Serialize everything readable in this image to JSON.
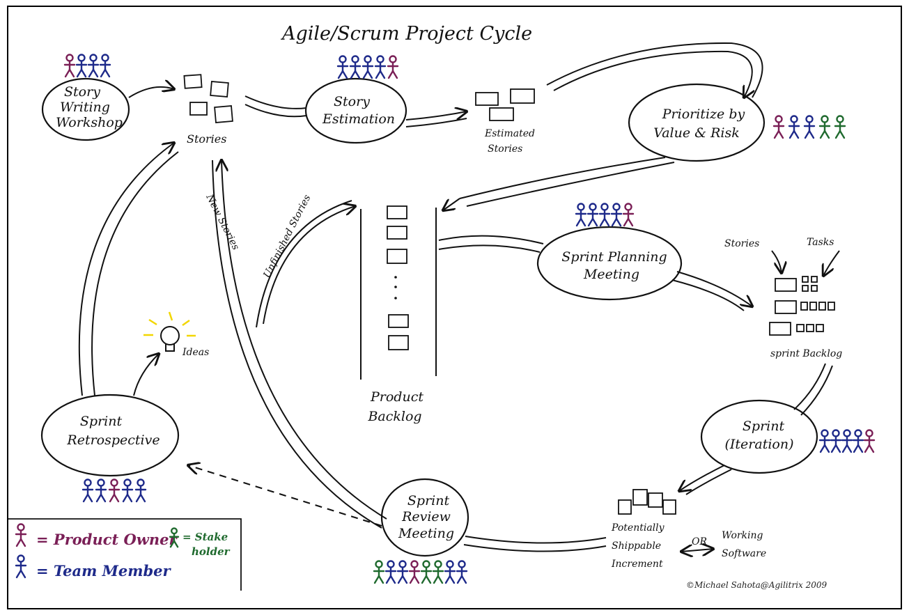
{
  "title": "Agile/Scrum Project Cycle",
  "nodes": {
    "story_writing": [
      "Story",
      "Writing",
      "Workshop"
    ],
    "story_estimation": [
      "Story",
      "Estimation"
    ],
    "prioritize": [
      "Prioritize by",
      "Value & Risk"
    ],
    "sprint_planning": [
      "Sprint Planning",
      "Meeting"
    ],
    "sprint": [
      "Sprint",
      "(Iteration)"
    ],
    "sprint_review": [
      "Sprint",
      "Review",
      "Meeting"
    ],
    "sprint_retrospective": [
      "Sprint",
      "Retrospective"
    ]
  },
  "labels": {
    "stories": "Stories",
    "estimated_stories": [
      "Estimated",
      "Stories"
    ],
    "product_backlog": [
      "Product",
      "Backlog"
    ],
    "new_stories": "New Stories",
    "unfinished_stories": "Unfinished Stories",
    "sprint_backlog": "sprint Backlog",
    "sb_stories": "Stories",
    "sb_tasks": "Tasks",
    "ideas": "Ideas",
    "increment": [
      "Potentially",
      "Shippable",
      "Increment"
    ],
    "or": "OR",
    "working_software": [
      "Working",
      "Software"
    ]
  },
  "legend": {
    "product_owner": "= Product Owner",
    "team_member": "= Team Member",
    "stakeholder": [
      "= Stake",
      "holder"
    ]
  },
  "credit": "©Michael Sahota@Agilitrix 2009",
  "colors": {
    "product_owner": "#7a1f56",
    "team_member": "#1e2a8a",
    "stakeholder": "#1f6a2e",
    "ink": "#111111",
    "bulb": "#f2d600"
  },
  "people_groups": {
    "story_writing": [
      "product_owner",
      "team_member",
      "team_member",
      "team_member"
    ],
    "story_estimation": [
      "team_member",
      "team_member",
      "team_member",
      "team_member",
      "product_owner"
    ],
    "prioritize": [
      "product_owner",
      "team_member",
      "team_member",
      "stakeholder",
      "stakeholder"
    ],
    "sprint_planning": [
      "team_member",
      "team_member",
      "team_member",
      "team_member",
      "product_owner"
    ],
    "sprint": [
      "team_member",
      "team_member",
      "team_member",
      "team_member",
      "product_owner"
    ],
    "sprint_review": [
      "stakeholder",
      "team_member",
      "team_member",
      "product_owner",
      "stakeholder",
      "stakeholder",
      "team_member",
      "team_member"
    ],
    "sprint_retrospective": [
      "team_member",
      "team_member",
      "product_owner",
      "team_member",
      "team_member"
    ]
  }
}
